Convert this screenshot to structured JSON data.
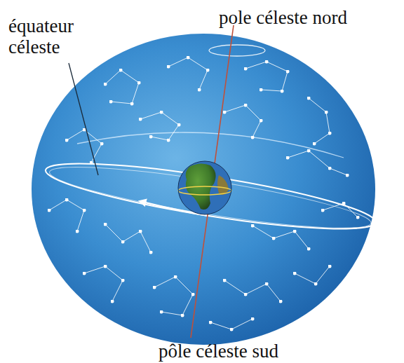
{
  "diagram": {
    "labels": [
      "pole céleste nord",
      "équateur céleste",
      "pôle céleste sud"
    ]
  }
}
